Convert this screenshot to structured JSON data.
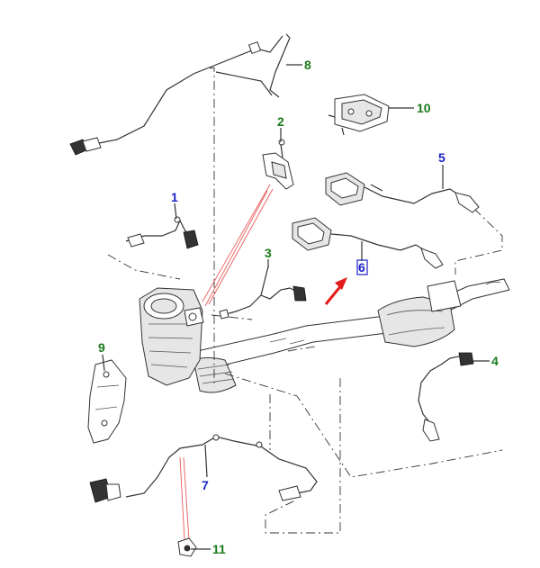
{
  "colors": {
    "green_callout": "#1a7a1a",
    "blue_callout": "#1a22c8",
    "highlight_arrow": "#e41a1a",
    "drawing_stroke": "#333333"
  },
  "callouts": [
    {
      "id": "8",
      "label": "8",
      "color": "green"
    },
    {
      "id": "2",
      "label": "2",
      "color": "green"
    },
    {
      "id": "10",
      "label": "10",
      "color": "green"
    },
    {
      "id": "5",
      "label": "5",
      "color": "blue"
    },
    {
      "id": "1",
      "label": "1",
      "color": "blue"
    },
    {
      "id": "3",
      "label": "3",
      "color": "green"
    },
    {
      "id": "6",
      "label": "6",
      "color": "blue",
      "boxed": true
    },
    {
      "id": "9",
      "label": "9",
      "color": "green"
    },
    {
      "id": "4",
      "label": "4",
      "color": "green"
    },
    {
      "id": "7",
      "label": "7",
      "color": "blue"
    },
    {
      "id": "11",
      "label": "11",
      "color": "green"
    }
  ]
}
